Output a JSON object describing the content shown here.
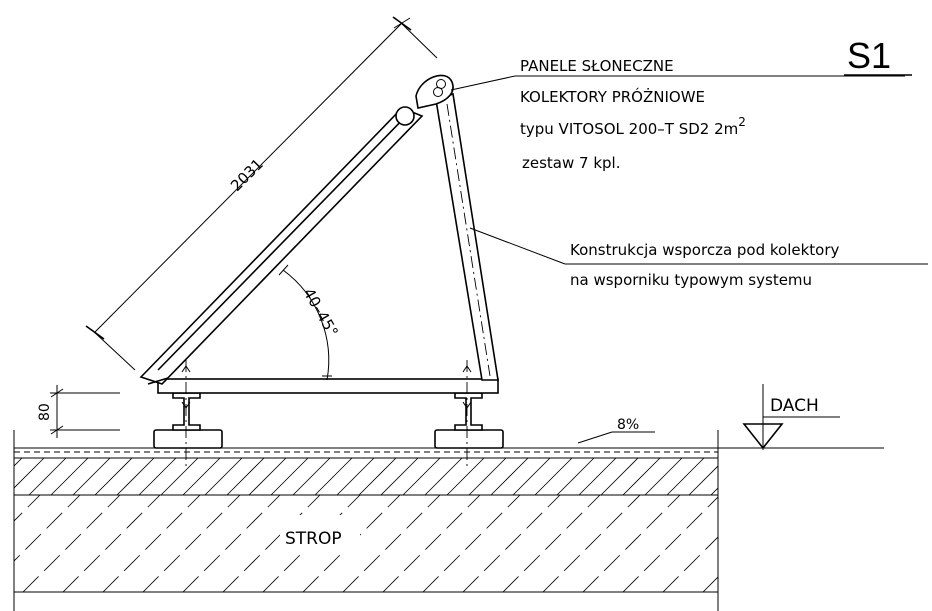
{
  "sheet": {
    "code": "S1"
  },
  "panel": {
    "line1": "PANELE SŁONECZNE",
    "line2": "KOLEKTORY PRÓŻNIOWE",
    "line3": "typu VITOSOL 200–T SD2 2m",
    "line3_sup": "2",
    "line4": "zestaw 7 kpl."
  },
  "support": {
    "line1": "Konstrukcja wsporcza pod kolektory",
    "line2": "na wsporniku typowym systemu"
  },
  "dimensions": {
    "collector_length": "2031",
    "tilt_angle": "40–45°",
    "base_height": "80",
    "roof_slope": "8%"
  },
  "labels": {
    "roof": "DACH",
    "slab": "STROP"
  }
}
